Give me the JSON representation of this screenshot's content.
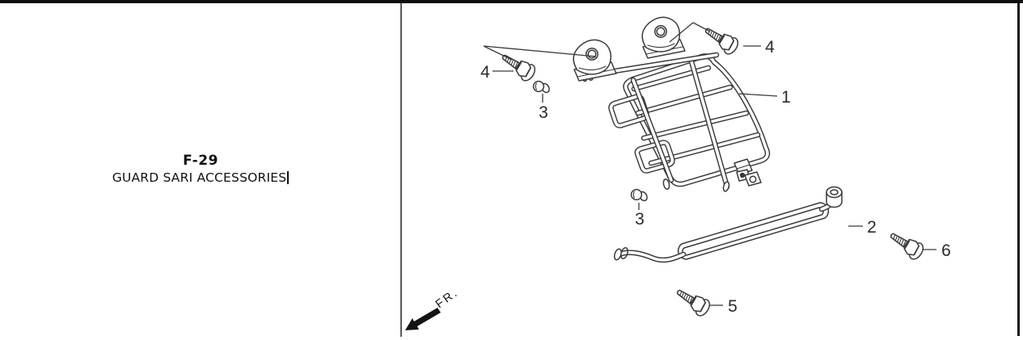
{
  "left_panel": {
    "page_code": "F-29",
    "page_title": "GUARD SARI ACCESSORIES"
  },
  "diagram": {
    "fr_label": "FR.",
    "callouts": {
      "rack": "1",
      "guard": "2",
      "cap_upper": "3",
      "cap_lower": "3",
      "bolt_left": "4",
      "bolt_right": "4",
      "bolt_bottom": "5",
      "bolt_side": "6"
    }
  },
  "colors": {
    "line": "#3a3a3a",
    "label_text": "#2a2a2a",
    "top_bar": "#0f0f0f",
    "border_left": "#5a5a5a",
    "border_right": "#161616",
    "background": "#ffffff"
  }
}
